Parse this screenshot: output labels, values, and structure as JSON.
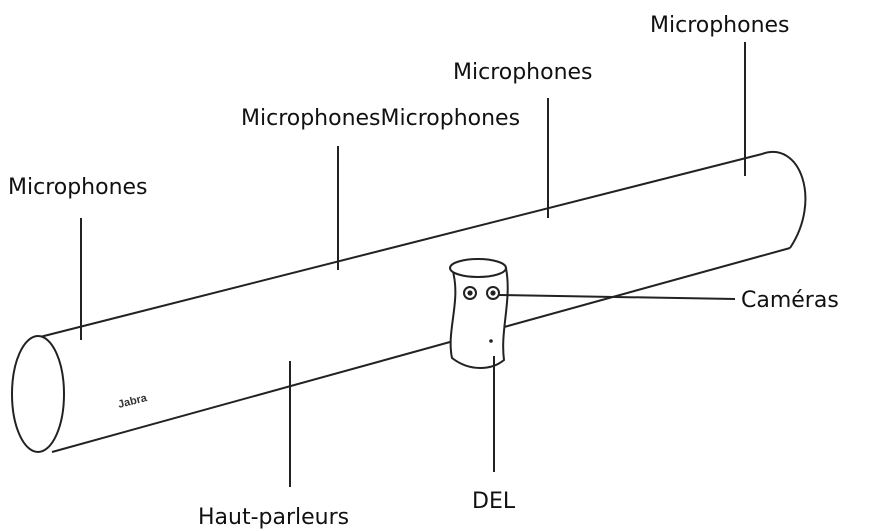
{
  "diagram": {
    "brand_text": "Jabra",
    "labels": {
      "mic_1": "Microphones",
      "mic_2": "MicrophonesMicrophones",
      "mic_3": "Microphones",
      "mic_4": "Microphones",
      "cameras": "Caméras",
      "speakers": "Haut-parleurs",
      "led": "DEL"
    }
  }
}
